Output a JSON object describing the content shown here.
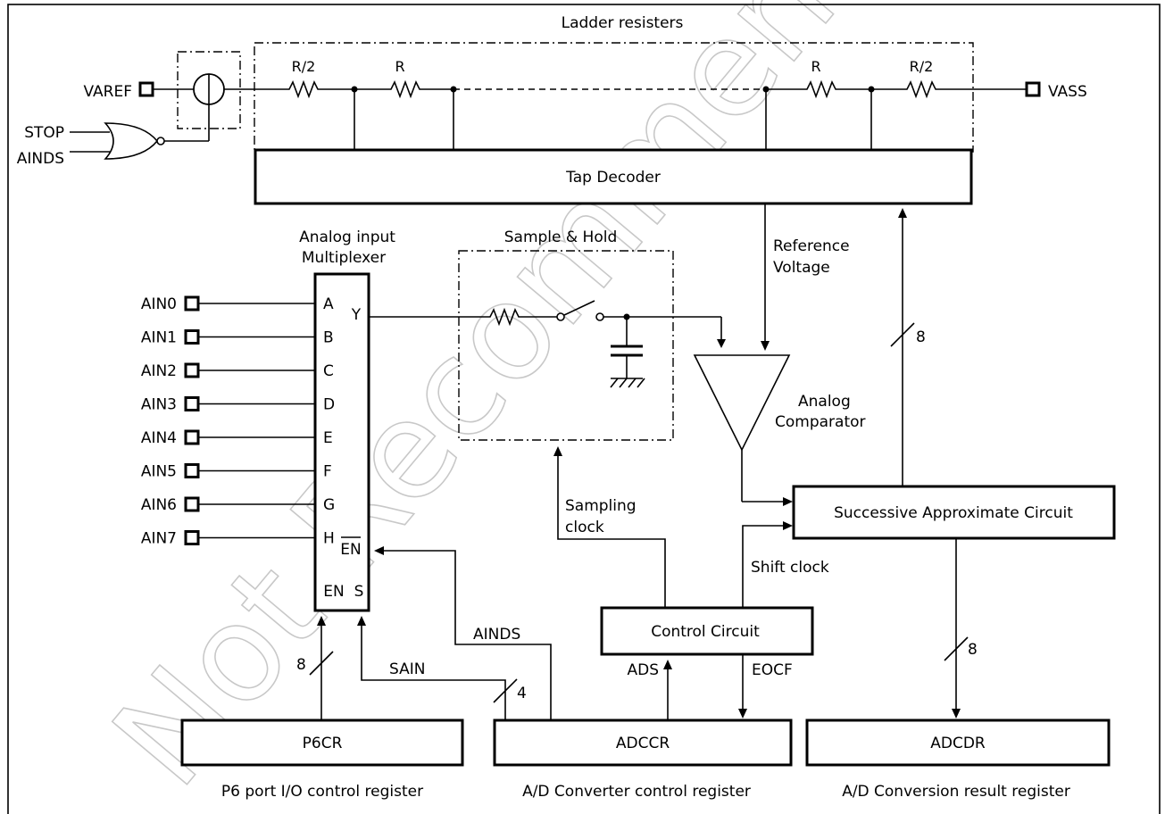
{
  "labels": {
    "ladder_title": "Ladder resisters",
    "vaREF": "VAREF",
    "vass": "VASS",
    "stop": "STOP",
    "ainds_in": "AINDS",
    "r_half_left": "R/2",
    "r_left": "R",
    "r_right": "R",
    "r_half_right": "R/2",
    "tap_decoder": "Tap Decoder",
    "mux_title_1": "Analog input",
    "mux_title_2": "Multiplexer",
    "sample_hold": "Sample & Hold",
    "ref_voltage_1": "Reference",
    "ref_voltage_2": "Voltage",
    "comparator_1": "Analog",
    "comparator_2": "Comparator",
    "sac": "Successive Approximate Circuit",
    "sampling_1": "Sampling",
    "sampling_2": "clock",
    "shift_clock": "Shift clock",
    "control_circuit": "Control Circuit",
    "ads": "ADS",
    "eocf": "EOCF",
    "ainds_sig": "AINDS",
    "sain": "SAIN",
    "bus_p6": "8",
    "bus_sain": "4",
    "bus_sac": "8",
    "bus_adcdr": "8",
    "mux_y": "Y",
    "mux_en_bar": "EN",
    "mux_en": "EN",
    "mux_s": "S",
    "p6cr": "P6CR",
    "adccr": "ADCCR",
    "adcdr": "ADCDR",
    "p6cr_desc": "P6 port I/O control register",
    "adccr_desc": "A/D Converter control register",
    "adcdr_desc": "A/D Conversion result register"
  },
  "analog_inputs": [
    "AIN0",
    "AIN1",
    "AIN2",
    "AIN3",
    "AIN4",
    "AIN5",
    "AIN6",
    "AIN7"
  ],
  "mux_pins": [
    "A",
    "B",
    "C",
    "D",
    "E",
    "F",
    "G",
    "H"
  ],
  "watermark": "Not Recommended for New Design"
}
